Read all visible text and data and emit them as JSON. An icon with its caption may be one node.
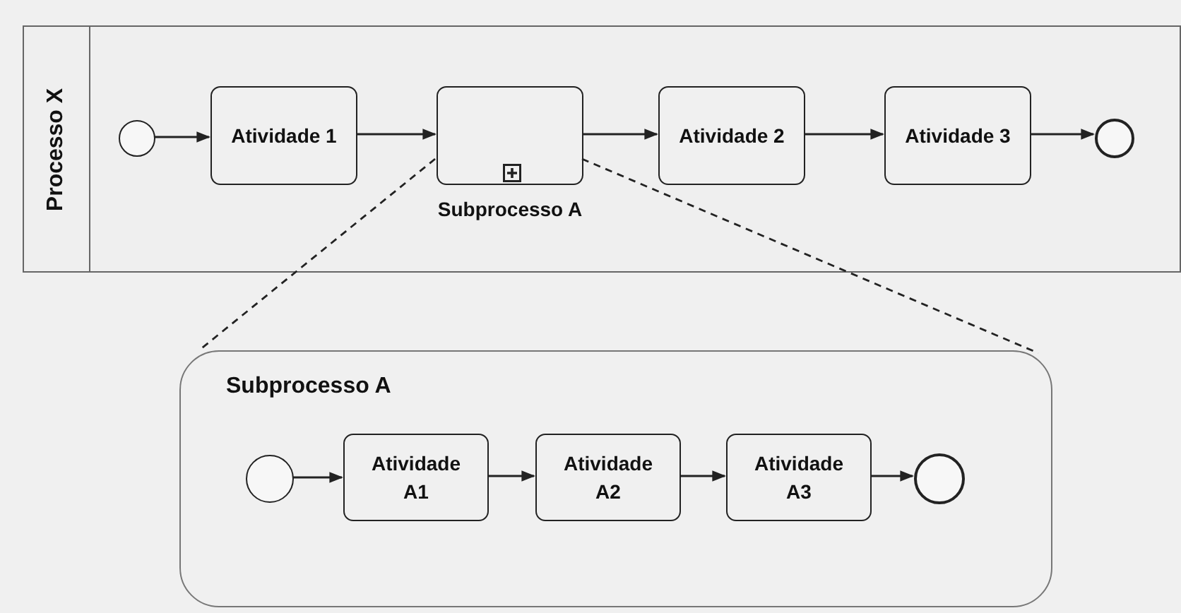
{
  "diagram": {
    "nodes": [
      {
        "text": [
          "Processo X"
        ]
      },
      {
        "text": [],
        "shape": "circle",
        "in": 0
      },
      {
        "text": [
          "Atividade 1"
        ],
        "in": 0
      },
      {
        "text": [],
        "shape": "box",
        "in": 0,
        "beside": [
          "Subprocesso A"
        ]
      },
      {
        "text": [
          "Atividade 2"
        ],
        "in": 0
      },
      {
        "text": [
          "Atividade 3"
        ],
        "in": 0
      },
      {
        "text": [],
        "shape": "circle",
        "in": 0
      },
      {
        "text": [
          "Subprocesso A"
        ]
      },
      {
        "text": [],
        "shape": "circle",
        "in": 7
      },
      {
        "text": [
          "Atividade A1"
        ],
        "in": 7
      },
      {
        "text": [
          "Atividade A2"
        ],
        "in": 7
      },
      {
        "text": [
          "Atividade A3"
        ],
        "in": 7
      },
      {
        "text": [],
        "shape": "circle",
        "in": 7
      }
    ],
    "edges": [
      {
        "from": 1,
        "to": 2,
        "arrow": "to"
      },
      {
        "from": 2,
        "to": 3,
        "arrow": "to"
      },
      {
        "from": 3,
        "to": 4,
        "arrow": "to"
      },
      {
        "from": 4,
        "to": 5,
        "arrow": "to"
      },
      {
        "from": 5,
        "to": 6,
        "arrow": "to"
      },
      {
        "from": 8,
        "to": 9,
        "arrow": "to"
      },
      {
        "from": 9,
        "to": 10,
        "arrow": "to"
      },
      {
        "from": 10,
        "to": 11,
        "arrow": "to"
      },
      {
        "from": 11,
        "to": 12,
        "arrow": "to"
      },
      {
        "from": 3,
        "to": 7,
        "arrow": "none",
        "style": "dashed"
      },
      {
        "from": 3,
        "to": 7,
        "arrow": "none",
        "style": "dashed"
      }
    ]
  }
}
